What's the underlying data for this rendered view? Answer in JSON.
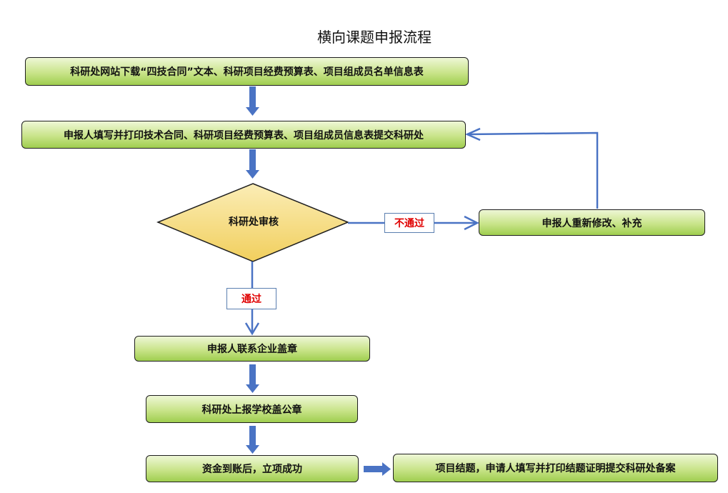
{
  "title": "横向课题申报流程",
  "steps": {
    "download": "科研处网站下载“四技合同”文本、科研项目经费预算表、项目组成员名单信息表",
    "submit": "申报人填写并打印技术合同、科研项目经费预算表、项目组成员信息表提交科研处",
    "review": "科研处审核",
    "revise": "申报人重新修改、补充",
    "stamp_company": "申报人联系企业盖章",
    "stamp_school": "科研处上报学校盖公章",
    "funds": "资金到账后，立项成功",
    "closure": "项目结题，申请人填写并打印结题证明提交科研处备案"
  },
  "labels": {
    "fail": "不通过",
    "pass": "通过"
  },
  "colors": {
    "box_fill_top": "#eef7d6",
    "box_fill_bottom": "#9fce4f",
    "diamond_fill": "#f7dc7e",
    "arrow": "#4a73c4",
    "label_text": "#e00000"
  }
}
